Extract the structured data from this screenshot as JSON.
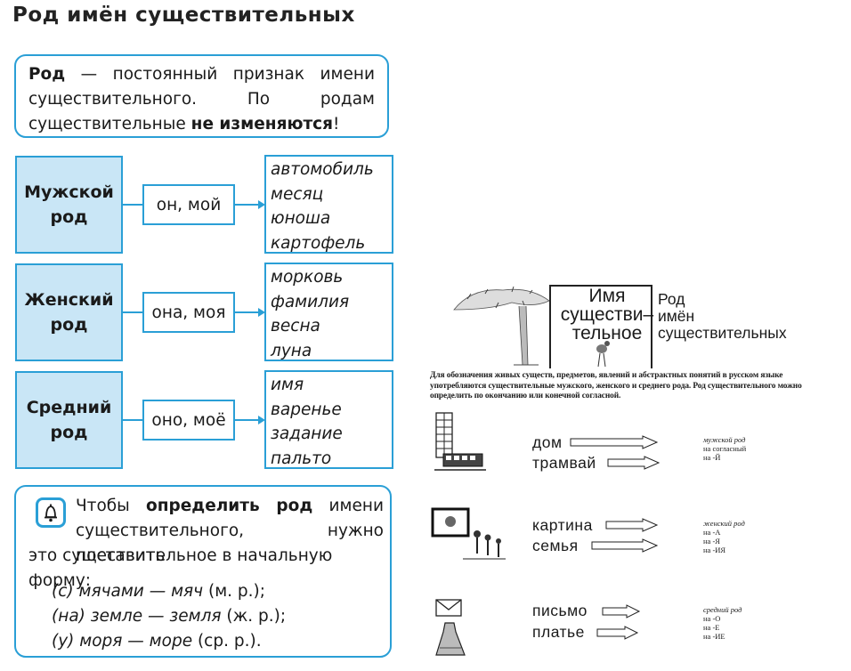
{
  "title": "Род имён существительных",
  "definition": {
    "term": "Род",
    "dash_text": " — постоянный признак имени существительного. По родам существительные ",
    "bold_part": "не изменяются",
    "end": "!"
  },
  "genders": [
    {
      "name_line1": "Мужской",
      "name_line2": "род",
      "pronoun": "он, мой",
      "words": [
        "автомобиль",
        "месяц",
        "юноша",
        "картофель"
      ]
    },
    {
      "name_line1": "Женский",
      "name_line2": "род",
      "pronoun": "она, моя",
      "words": [
        "морковь",
        "фамилия",
        "весна",
        "луна"
      ]
    },
    {
      "name_line1": "Средний",
      "name_line2": "род",
      "pronoun": "оно, моё",
      "words": [
        "имя",
        "варенье",
        "задание",
        "пальто"
      ]
    }
  ],
  "rule": {
    "line1_a": "Чтобы ",
    "line1_bold": "определить род",
    "line1_b": " имени существительного, нужно поставить",
    "line2": "это существительное в начальную форму:",
    "examples": [
      {
        "it": "(с) мячами — мяч",
        "abbr": " (м. р.);"
      },
      {
        "it": "(на) земле — земля",
        "abbr": " (ж. р.);"
      },
      {
        "it": "(у) моря — море",
        "abbr": " (ср. р.)."
      }
    ]
  },
  "scan": {
    "header_left": [
      "Имя",
      "существи–",
      "тельное"
    ],
    "header_right": [
      "Род",
      "имён",
      "существительных"
    ],
    "intro": "Для обозначения живых существ, предметов, явлений и абстрактных понятий в русском языке употребляются существительные мужского, женского и среднего рода. Род существительного можно определить по окончанию или конечной согласной.",
    "groups": [
      {
        "words": [
          "дом",
          "трамвай"
        ],
        "note_title": "мужской род",
        "notes": [
          "на согласный",
          "на -Й"
        ]
      },
      {
        "words": [
          "картина",
          "семья"
        ],
        "note_title": "женский род",
        "notes": [
          "на -А",
          "на -Я",
          "на -ИЯ"
        ]
      },
      {
        "words": [
          "письмо",
          "платье"
        ],
        "note_title": "средний род",
        "notes": [
          "на -О",
          "на -Е",
          "на -ИЕ"
        ]
      }
    ]
  },
  "colors": {
    "accent": "#2a9fd6",
    "fill": "#c9e6f6"
  }
}
